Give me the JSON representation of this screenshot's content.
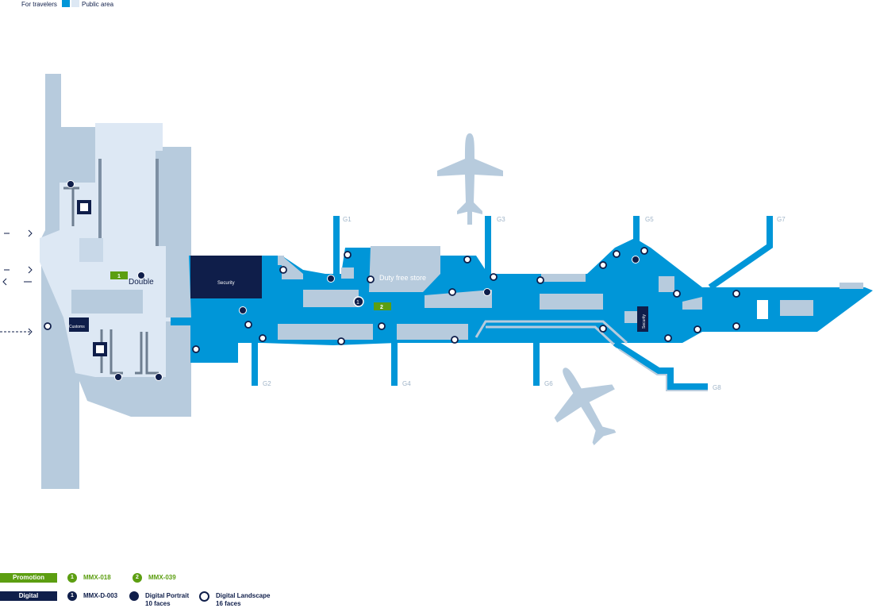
{
  "top_legend": {
    "for_travelers": "For travelers",
    "public_area": "Public area"
  },
  "colors": {
    "traveler_area": "#0096d8",
    "public_area": "#dde8f4",
    "building": "#b7cbdd",
    "navy": "#0f1e4a",
    "green": "#5c9e11"
  },
  "labels": {
    "security_1": "Security",
    "security_2": "Security",
    "customs": "Customs",
    "duty_free": "Duty free store",
    "double": "Double",
    "placement_1": "1",
    "placement_2": "2"
  },
  "gates": [
    "G1",
    "G2",
    "G3",
    "G4",
    "G5",
    "G6",
    "G7",
    "G8"
  ],
  "legend": {
    "promotion": {
      "label": "Promotion",
      "items": [
        {
          "num": "1",
          "code": "MMX-018"
        },
        {
          "num": "2",
          "code": "MMX-039"
        }
      ]
    },
    "digital": {
      "label": "Digital",
      "item_num": "1",
      "item_code": "MMX-D-003",
      "portrait_title": "Digital Portrait",
      "portrait_faces": "10 faces",
      "landscape_title": "Digital Landscape",
      "landscape_faces": "16 faces"
    }
  }
}
